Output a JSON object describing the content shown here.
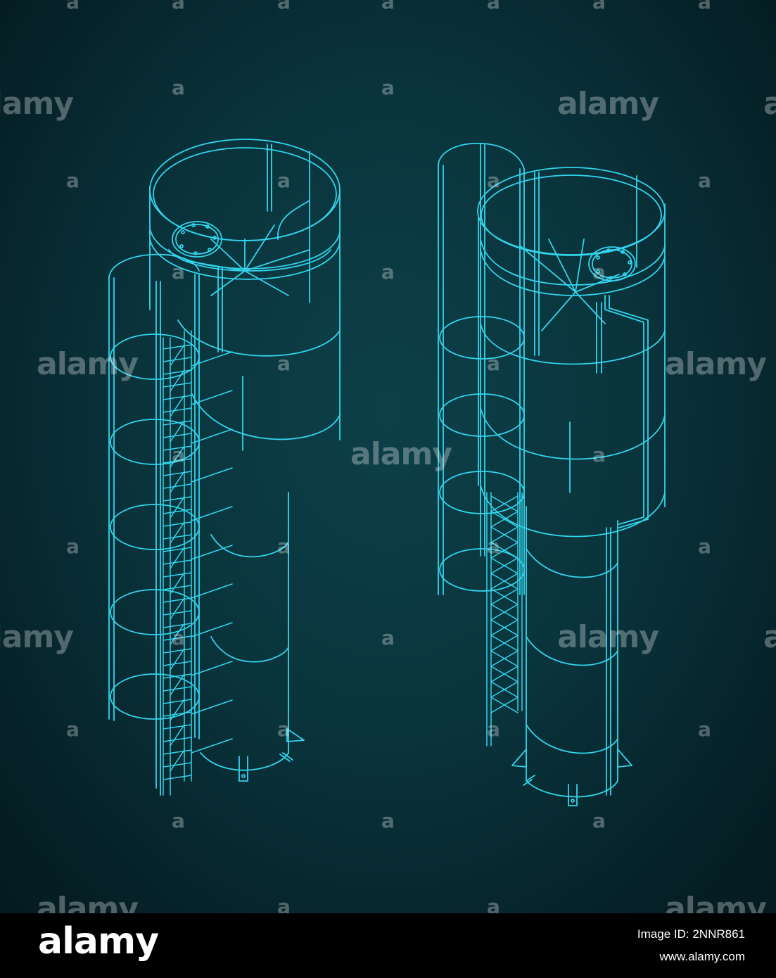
{
  "watermark": {
    "big": "alamy",
    "small": "a"
  },
  "footer": {
    "logo": "alamy",
    "image_id": "Image ID: 2NNR861",
    "url": "www.alamy.com"
  },
  "colors": {
    "line": "#32d4ec",
    "background": "#0a343c",
    "footer": "#000000"
  },
  "drawings": [
    {
      "name": "left-tower-isometric"
    },
    {
      "name": "right-tower-isometric"
    }
  ]
}
